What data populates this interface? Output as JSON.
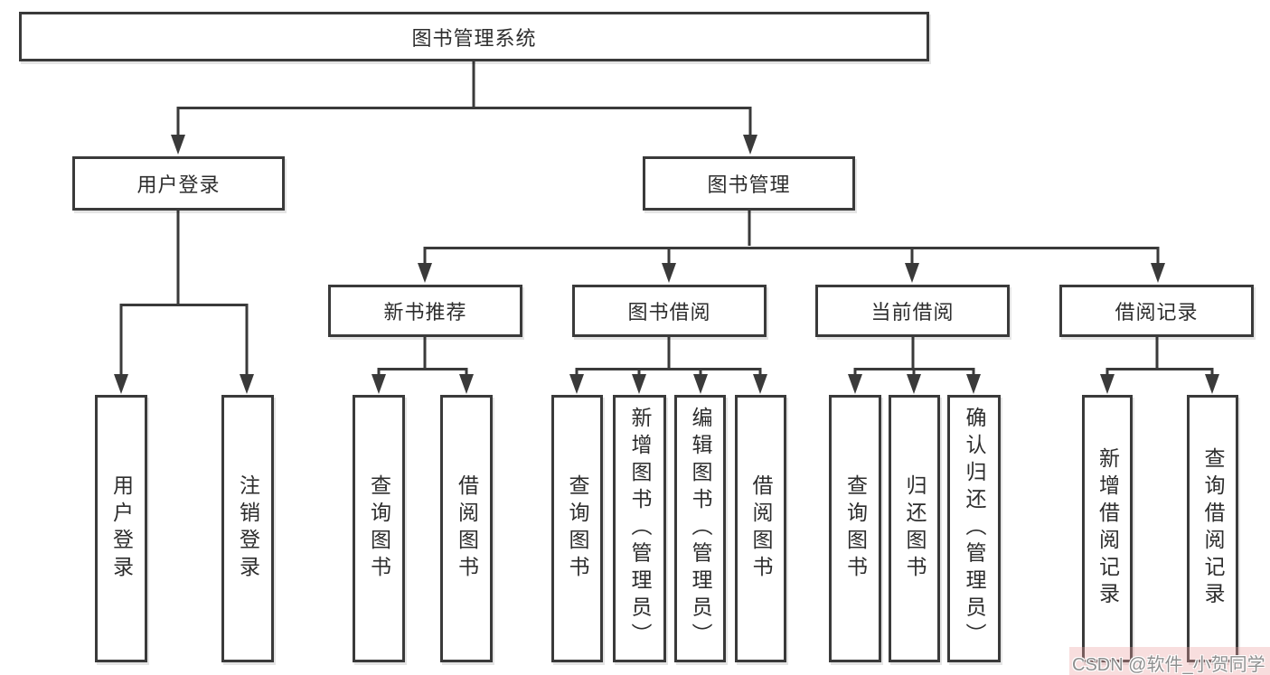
{
  "diagram": {
    "root": {
      "label": "图书管理系统",
      "children": [
        {
          "label": "用户登录",
          "children": [
            {
              "label": "用户登录"
            },
            {
              "label": "注销登录"
            }
          ]
        },
        {
          "label": "图书管理",
          "children": [
            {
              "label": "新书推荐",
              "children": [
                {
                  "label": "查询图书"
                },
                {
                  "label": "借阅图书"
                }
              ]
            },
            {
              "label": "图书借阅",
              "children": [
                {
                  "label": "查询图书"
                },
                {
                  "label": "新增图书（管理员）"
                },
                {
                  "label": "编辑图书（管理员）"
                },
                {
                  "label": "借阅图书"
                }
              ]
            },
            {
              "label": "当前借阅",
              "children": [
                {
                  "label": "查询图书"
                },
                {
                  "label": "归还图书"
                },
                {
                  "label": "确认归还（管理员）"
                }
              ]
            },
            {
              "label": "借阅记录",
              "children": [
                {
                  "label": "新增借阅记录"
                },
                {
                  "label": "查询借阅记录"
                }
              ]
            }
          ]
        }
      ]
    }
  },
  "watermark": {
    "text": "CSDN @软件_小贺同学"
  },
  "colors": {
    "line": "#3a3a3a",
    "text": "#2d2d2d",
    "background": "#ffffff",
    "watermark_text": "#8f8f8f",
    "watermark_band": "#f3d7d7"
  }
}
